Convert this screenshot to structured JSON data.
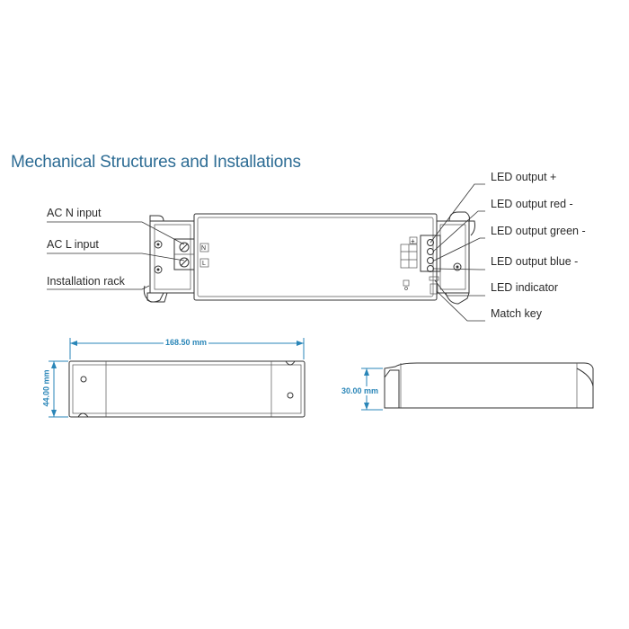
{
  "title": "Mechanical Structures and Installations",
  "left_labels": {
    "ac_n": "AC N input",
    "ac_l": "AC L input",
    "rack": "Installation rack"
  },
  "right_labels": {
    "led_plus": "LED output +",
    "led_red": "LED output red -",
    "led_green": "LED output green -",
    "led_blue": "LED output blue -",
    "led_indicator": "LED indicator",
    "match_key": "Match key"
  },
  "terminal_marks": {
    "n": "N",
    "l": "L",
    "plus": "+"
  },
  "dimensions": {
    "length": "168.50 mm",
    "width": "44.00 mm",
    "height": "30.00 mm"
  },
  "colors": {
    "title": "#2d6c94",
    "dimension": "#2a86b8",
    "line": "#333333"
  }
}
